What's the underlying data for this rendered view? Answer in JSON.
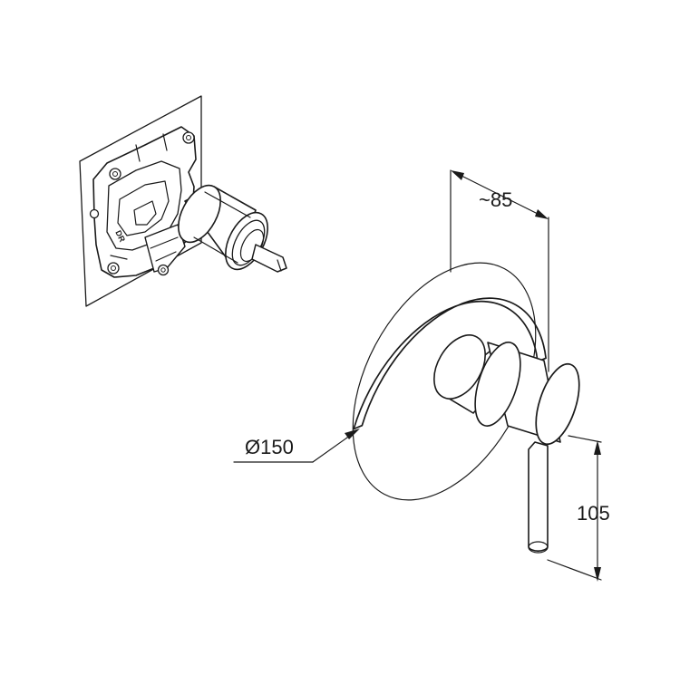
{
  "dimensions": {
    "depth": "~85",
    "diameter": "Ø150",
    "height": "105"
  },
  "body_marking": "DR",
  "colors": {
    "line": "#1a1a1a",
    "background": "#ffffff"
  }
}
